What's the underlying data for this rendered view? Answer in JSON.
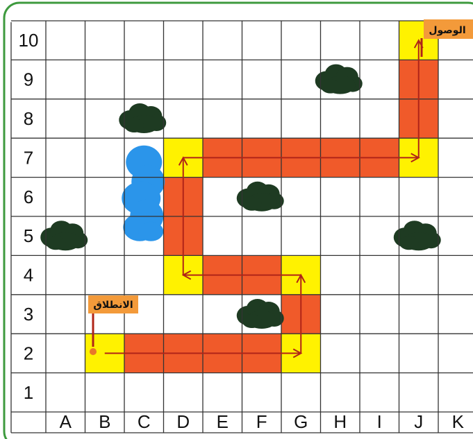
{
  "grid": {
    "columns": [
      "A",
      "B",
      "C",
      "D",
      "E",
      "F",
      "G",
      "H",
      "I",
      "J",
      "K"
    ],
    "rows": [
      "1",
      "2",
      "3",
      "4",
      "5",
      "6",
      "7",
      "8",
      "9",
      "10"
    ]
  },
  "labels": {
    "start": "الانطلاق",
    "finish": "الوصول"
  },
  "path": {
    "cells": [
      [
        "B",
        2
      ],
      [
        "C",
        2
      ],
      [
        "D",
        2
      ],
      [
        "E",
        2
      ],
      [
        "F",
        2
      ],
      [
        "G",
        2
      ],
      [
        "G",
        3
      ],
      [
        "G",
        4
      ],
      [
        "F",
        4
      ],
      [
        "E",
        4
      ],
      [
        "D",
        4
      ],
      [
        "D",
        5
      ],
      [
        "D",
        6
      ],
      [
        "D",
        7
      ],
      [
        "E",
        7
      ],
      [
        "F",
        7
      ],
      [
        "G",
        7
      ],
      [
        "H",
        7
      ],
      [
        "I",
        7
      ],
      [
        "J",
        7
      ],
      [
        "J",
        8
      ],
      [
        "J",
        9
      ],
      [
        "J",
        10
      ]
    ],
    "turn_cells": [
      [
        "B",
        2
      ],
      [
        "G",
        2
      ],
      [
        "G",
        4
      ],
      [
        "D",
        4
      ],
      [
        "D",
        7
      ],
      [
        "J",
        7
      ],
      [
        "J",
        10
      ]
    ]
  },
  "obstacles": {
    "bushes": [
      [
        "C",
        8
      ],
      [
        "H",
        9
      ],
      [
        "A",
        5
      ],
      [
        "F",
        6
      ],
      [
        "J",
        5
      ],
      [
        "F",
        3
      ]
    ],
    "lake": [
      [
        "C",
        7
      ],
      [
        "C",
        6
      ],
      [
        "C",
        5
      ]
    ]
  },
  "colors": {
    "frame": "#3e9a3e",
    "grid_line": "#333333",
    "path": "#f05a2a",
    "turn": "#fff200",
    "arrow": "#b02418",
    "bush": "#1e3b22",
    "lake": "#2b95ea",
    "flag": "#f39a3a"
  }
}
